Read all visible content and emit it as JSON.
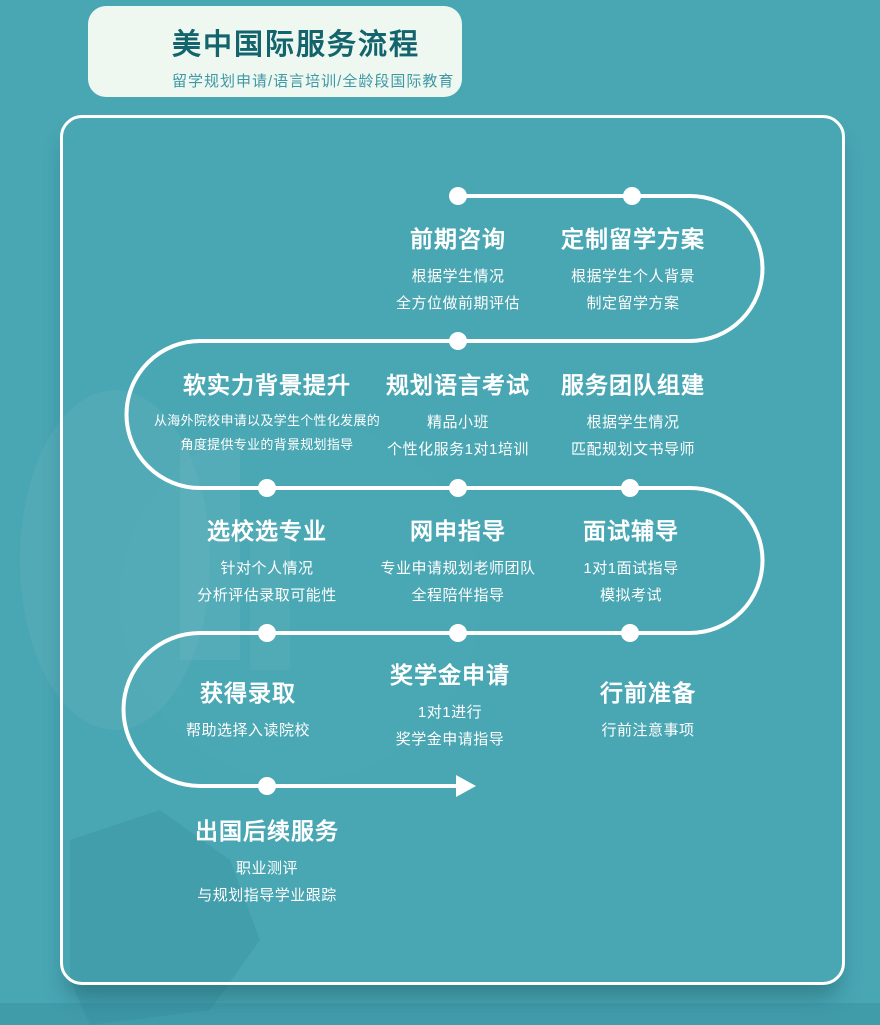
{
  "theme": {
    "background": "#49a6b3",
    "header_bg": "#eef8f0",
    "header_title_color": "#13646d",
    "header_subtitle_color": "#3e98a5",
    "flow_line_color": "#ffffff",
    "text_color": "#ffffff"
  },
  "header": {
    "title": "美中国际服务流程",
    "subtitle": "留学规划申请/语言培训/全龄段国际教育"
  },
  "flow": {
    "rows": [
      {
        "steps": [
          {
            "title": "前期咨询",
            "desc": [
              "根据学生情况",
              "全方位做前期评估"
            ]
          },
          {
            "title": "定制留学方案",
            "desc": [
              "根据学生个人背景",
              "制定留学方案"
            ]
          }
        ]
      },
      {
        "steps": [
          {
            "title": "软实力背景提升",
            "desc": [
              "从海外院校申请以及学生个性化发展的",
              "角度提供专业的背景规划指导"
            ]
          },
          {
            "title": "规划语言考试",
            "desc": [
              "精品小班",
              "个性化服务1对1培训"
            ]
          },
          {
            "title": "服务团队组建",
            "desc": [
              "根据学生情况",
              "匹配规划文书导师"
            ]
          }
        ]
      },
      {
        "steps": [
          {
            "title": "选校选专业",
            "desc": [
              "针对个人情况",
              "分析评估录取可能性"
            ]
          },
          {
            "title": "网申指导",
            "desc": [
              "专业申请规划老师团队",
              "全程陪伴指导"
            ]
          },
          {
            "title": "面试辅导",
            "desc": [
              "1对1面试指导",
              "模拟考试"
            ]
          }
        ]
      },
      {
        "steps": [
          {
            "title": "获得录取",
            "desc": [
              "帮助选择入读院校"
            ]
          },
          {
            "title": "奖学金申请",
            "desc": [
              "1对1进行",
              "奖学金申请指导"
            ]
          },
          {
            "title": "行前准备",
            "desc": [
              "行前注意事项"
            ]
          }
        ]
      },
      {
        "steps": [
          {
            "title": "出国后续服务",
            "desc": [
              "职业测评",
              "与规划指导学业跟踪"
            ]
          }
        ]
      }
    ]
  }
}
